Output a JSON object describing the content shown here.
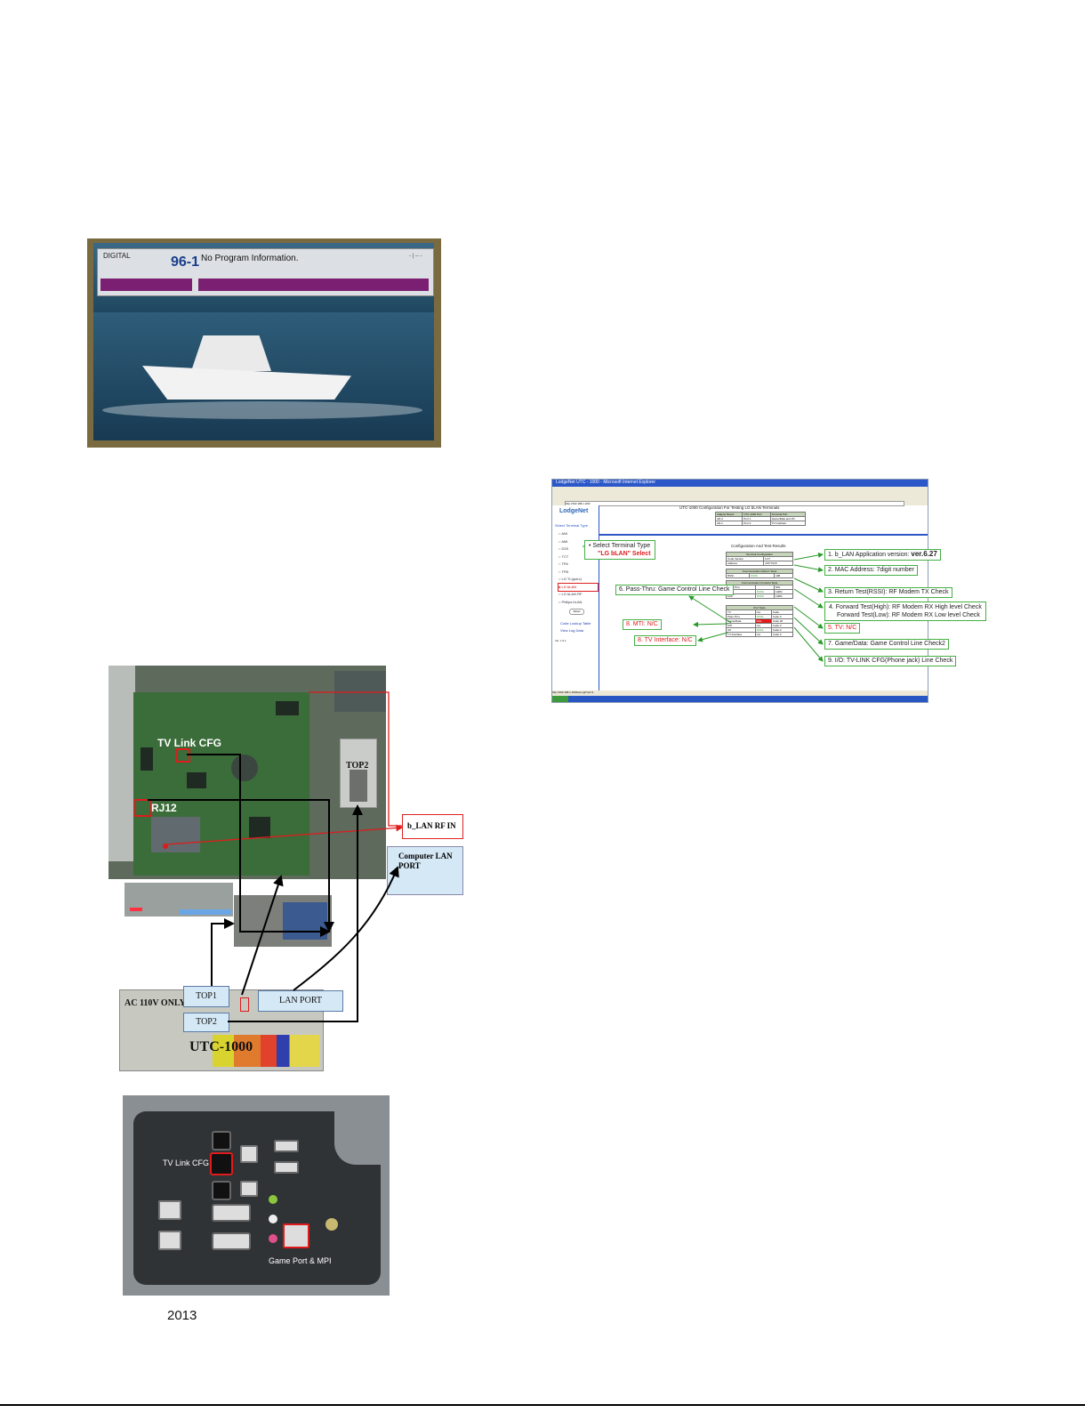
{
  "tv_screen": {
    "digital_label": "DIGITAL",
    "channel": "96-1",
    "program_info": "No Program Information."
  },
  "board_diagram": {
    "tv_link_cfg": "TV Link CFG",
    "rj12": "RJ12",
    "top2_photo": "TOP2",
    "lan_rf_in": "b_LAN RF IN",
    "computer_lan_port": "Computer LAN PORT",
    "ac_only": "AC 110V ONLY",
    "top1_box": "TOP1",
    "top2_box": "TOP2",
    "lan_port_box": "LAN PORT",
    "utc_label": "UTC-1000"
  },
  "back_panel": {
    "tv_link_cfg": "TV Link CFG",
    "game_port": "Game Port & MPI"
  },
  "year": "2013",
  "browser": {
    "window_title": "LodgeNet UTC - 1000 - Microsoft Internet Explorer",
    "address": "http://192.168.1.100/",
    "logo": "LodgeNet",
    "page_heading": "UTC-1000 Configuration For Testing LG bLAN Terminals",
    "adapter_table": {
      "headers": [
        "Adapter Board",
        "UTC-1000 Port",
        "Terminal Port"
      ],
      "rows": [
        [
          "AD-3",
          "Port 1",
          "Game/Data and I/O"
        ],
        [
          "AD-1",
          "Port 2",
          "TV Interface"
        ]
      ]
    },
    "select_terminal_title": "Select Terminal Type",
    "terminal_types": [
      "ANI",
      "AMI",
      "D25",
      "TCT",
      "TFA",
      "TFB",
      "LG TL(quirc)",
      "LG bLAN",
      "LG bLAN RF",
      "Philips bLAN"
    ],
    "selected_terminal": "LG bLAN",
    "reset_button": "Reset",
    "links": [
      "Code Lookup Table",
      "View Log Data"
    ],
    "version": "Ver. 1.0.1",
    "config_heading": "Configuration And Test Results",
    "terminal_config": {
      "title": "Terminal Configuration",
      "rows": [
        [
          "Code Version",
          "6.27"
        ],
        [
          "Address",
          "19777215"
        ]
      ]
    },
    "return_tests": {
      "title": "Communication Return Tests",
      "rows": [
        [
          "RSSI",
          "PASS",
          "108"
        ]
      ]
    },
    "forward_tests": {
      "title": "Communication Forward Tests",
      "rows": [
        [
          "Pass-Thru",
          "",
          "NIN"
        ],
        [
          "High",
          "PASS",
          "100%"
        ],
        [
          "Low",
          "PASS",
          "100%"
        ]
      ]
    },
    "port_tests": {
      "title": "Port Tests",
      "rows": [
        [
          "TV",
          "n/a",
          "Code"
        ],
        [
          "Pass-Thru",
          "PASS",
          "Code 0"
        ],
        [
          "Game/Data",
          "FAIL",
          "Code 36"
        ],
        [
          "MTI",
          "n/a",
          "Code 0"
        ],
        [
          "I/O",
          "PASS",
          "Code 0"
        ],
        [
          "TV Interface",
          "n/a",
          "Code 0"
        ]
      ]
    },
    "status_text": "http://192.168.1.100/test.cgi?run=1"
  },
  "callouts": {
    "select_type_line1": "• Select Terminal Type",
    "select_type_line2": "\"LG bLAN\" Select",
    "c1": "1. b_LAN Application version:",
    "c1_value": "ver.6.27",
    "c2": "2. MAC Address: 7digit number",
    "c3": "3. Return Test(RSSI): RF Modem TX Check",
    "c4a": "4. Forward Test(High): RF Modem RX High level Check",
    "c4b": "Forward Test(Low): RF Modem RX Low level Check",
    "c5": "5. TV: N/C",
    "c6": "6. Pass-Thru: Game Control Line Check",
    "c7": "7. Game/Data: Game Control Line Check2",
    "c8a": "8. MTI: N/C",
    "c8b": "8. TV Interface: N/C",
    "c9": "9. I/O: TV-LINK CFG(Phone jack) Line Check"
  },
  "colors": {
    "callout_border": "#44b044",
    "highlight_red": "#e01b1b",
    "ie_blue": "#2b57c8",
    "info_box_blue": "#d5e8f5"
  }
}
